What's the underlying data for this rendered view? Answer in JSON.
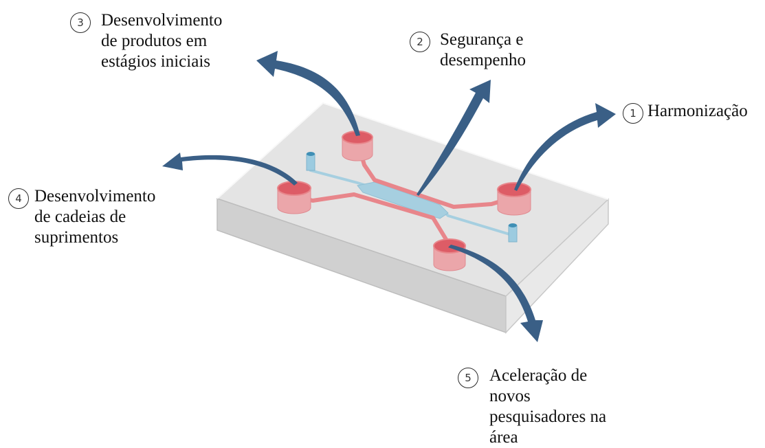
{
  "labels": [
    {
      "number": "1",
      "lines": [
        "Harmonização"
      ]
    },
    {
      "number": "2",
      "lines": [
        "Segurança e",
        "desempenho"
      ]
    },
    {
      "number": "3",
      "lines": [
        "Desenvolvimento",
        "de produtos em",
        "estágios iniciais"
      ]
    },
    {
      "number": "4",
      "lines": [
        "Desenvolvimento",
        "de cadeias de",
        "suprimentos"
      ]
    },
    {
      "number": "5",
      "lines": [
        "Aceleração de",
        "novos",
        "pesquisadores na",
        "área"
      ]
    }
  ],
  "colors": {
    "arrow": "#3a5f86",
    "reservoir": "#e8868b",
    "reservoir_top": "#dd5c66",
    "channel_red": "#e8868b",
    "channel_blue": "#a6cfe0",
    "chip_top": "#e3e3e3",
    "chip_side": "#d2d2d2"
  }
}
